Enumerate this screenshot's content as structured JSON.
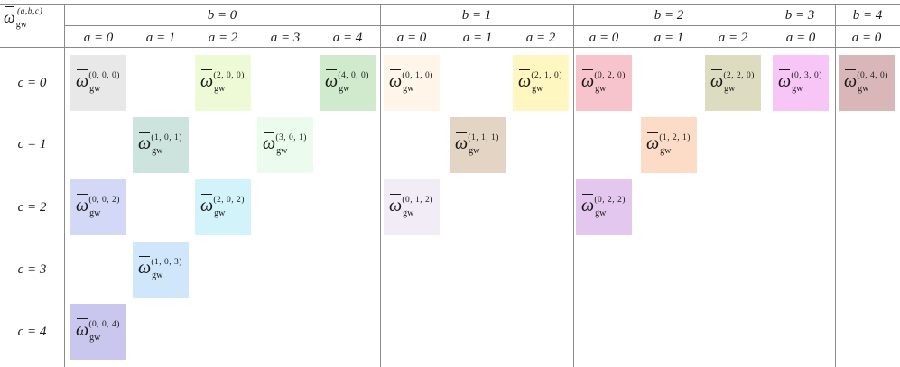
{
  "corner": {
    "symbol": "ω",
    "subscript": "gw",
    "superscript": "(a,b,c)"
  },
  "b_groups": [
    {
      "label": "b = 0",
      "a_labels": [
        "a = 0",
        "a = 1",
        "a = 2",
        "a = 3",
        "a = 4"
      ]
    },
    {
      "label": "b = 1",
      "a_labels": [
        "a = 0",
        "a = 1",
        "a = 2"
      ]
    },
    {
      "label": "b = 2",
      "a_labels": [
        "a = 0",
        "a = 1",
        "a = 2"
      ]
    },
    {
      "label": "b = 3",
      "a_labels": [
        "a = 0"
      ]
    },
    {
      "label": "b = 4",
      "a_labels": [
        "a = 0"
      ]
    }
  ],
  "row_labels": [
    "c = 0",
    "c = 1",
    "c = 2",
    "c = 3",
    "c = 4"
  ],
  "cells": [
    {
      "row": 0,
      "col": 0,
      "color": "#e8e8e8",
      "symbol": "ω",
      "subscript": "gw",
      "superscript": "(0, 0, 0)"
    },
    {
      "row": 0,
      "col": 2,
      "color": "#eefad6",
      "symbol": "ω",
      "subscript": "gw",
      "superscript": "(2, 0, 0)"
    },
    {
      "row": 0,
      "col": 4,
      "color": "#cfeacc",
      "symbol": "ω",
      "subscript": "gw",
      "superscript": "(4, 0, 0)"
    },
    {
      "row": 0,
      "col": 5,
      "color": "#fff5e9",
      "symbol": "ω",
      "subscript": "gw",
      "superscript": "(0, 1, 0)"
    },
    {
      "row": 0,
      "col": 7,
      "color": "#fff7bf",
      "symbol": "ω",
      "subscript": "gw",
      "superscript": "(2, 1, 0)"
    },
    {
      "row": 0,
      "col": 8,
      "color": "#f7c3cc",
      "symbol": "ω",
      "subscript": "gw",
      "superscript": "(0, 2, 0)"
    },
    {
      "row": 0,
      "col": 10,
      "color": "#dedcc0",
      "symbol": "ω",
      "subscript": "gw",
      "superscript": "(2, 2, 0)"
    },
    {
      "row": 0,
      "col": 11,
      "color": "#f7c6f7",
      "symbol": "ω",
      "subscript": "gw",
      "superscript": "(0, 3, 0)"
    },
    {
      "row": 0,
      "col": 12,
      "color": "#d9b7b8",
      "symbol": "ω",
      "subscript": "gw",
      "superscript": "(0, 4, 0)"
    },
    {
      "row": 1,
      "col": 1,
      "color": "#cde3de",
      "symbol": "ω",
      "subscript": "gw",
      "superscript": "(1, 0, 1)"
    },
    {
      "row": 1,
      "col": 3,
      "color": "#ebfbee",
      "symbol": "ω",
      "subscript": "gw",
      "superscript": "(3, 0, 1)"
    },
    {
      "row": 1,
      "col": 6,
      "color": "#e4d4c3",
      "symbol": "ω",
      "subscript": "gw",
      "superscript": "(1, 1, 1)"
    },
    {
      "row": 1,
      "col": 9,
      "color": "#fcdcc6",
      "symbol": "ω",
      "subscript": "gw",
      "superscript": "(1, 2, 1)"
    },
    {
      "row": 2,
      "col": 0,
      "color": "#d3d8f6",
      "symbol": "ω",
      "subscript": "gw",
      "superscript": "(0, 0, 2)"
    },
    {
      "row": 2,
      "col": 2,
      "color": "#d2f3fa",
      "symbol": "ω",
      "subscript": "gw",
      "superscript": "(2, 0, 2)"
    },
    {
      "row": 2,
      "col": 5,
      "color": "#f2ecf6",
      "symbol": "ω",
      "subscript": "gw",
      "superscript": "(0, 1, 2)"
    },
    {
      "row": 2,
      "col": 8,
      "color": "#e3c7ee",
      "symbol": "ω",
      "subscript": "gw",
      "superscript": "(0, 2, 2)"
    },
    {
      "row": 3,
      "col": 1,
      "color": "#cfe6fb",
      "symbol": "ω",
      "subscript": "gw",
      "superscript": "(1, 0, 3)"
    },
    {
      "row": 4,
      "col": 0,
      "color": "#c9c7ee",
      "symbol": "ω",
      "subscript": "gw",
      "superscript": "(0, 0, 4)"
    }
  ]
}
